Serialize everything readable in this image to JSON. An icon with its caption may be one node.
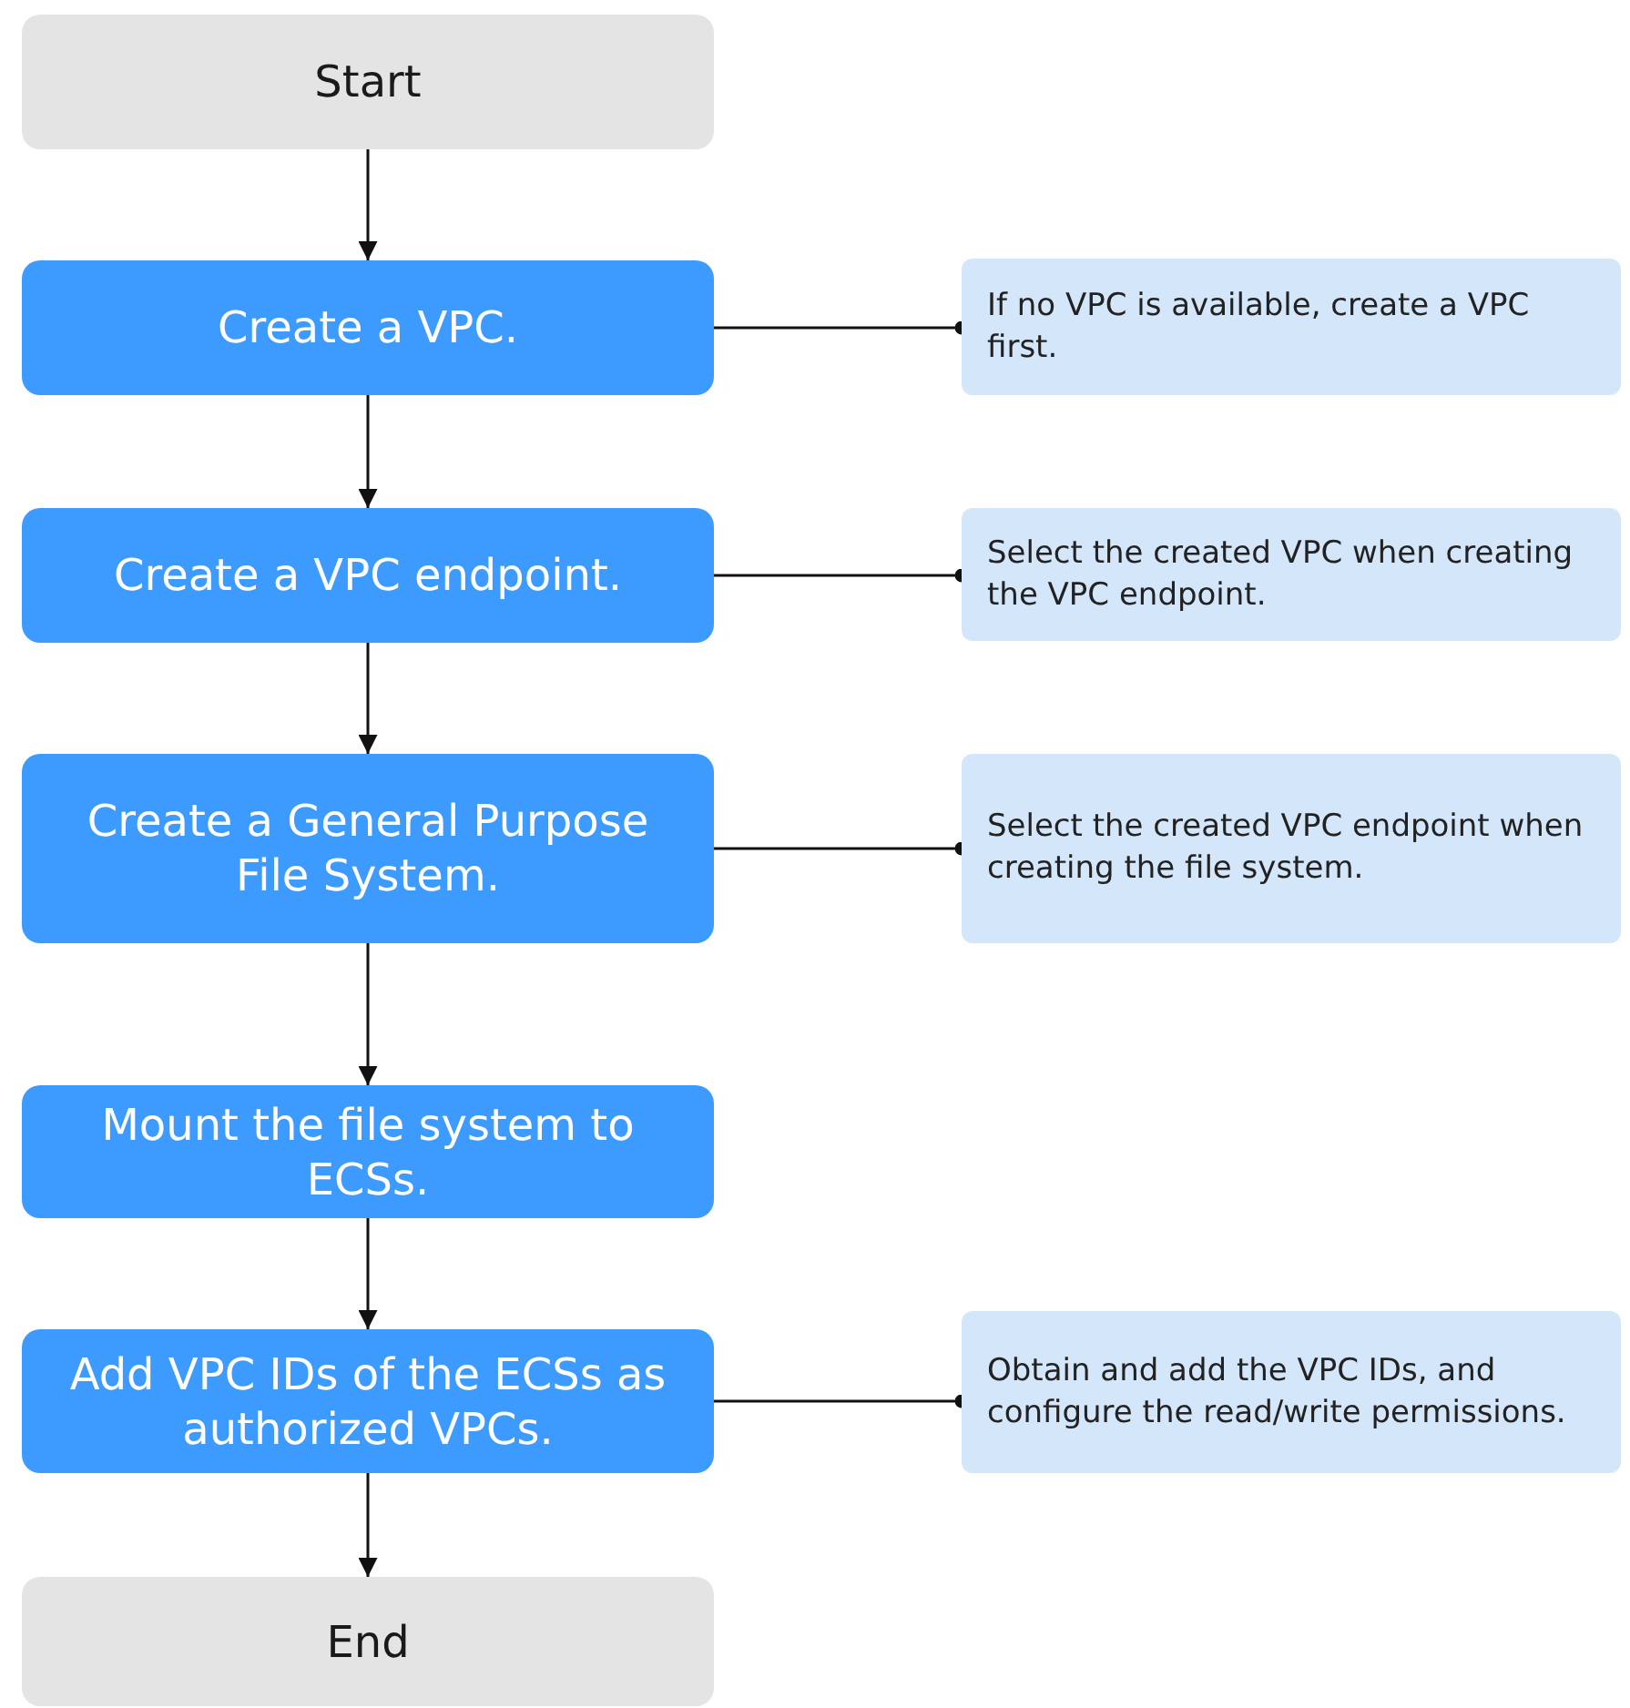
{
  "diagram": {
    "nodes": [
      {
        "text": [
          "Start"
        ]
      },
      {
        "text": [
          "Create a VPC."
        ]
      },
      {
        "text": [
          "If no VPC is available, create a VPC first."
        ]
      },
      {
        "text": [
          "Create a VPC endpoint."
        ]
      },
      {
        "text": [
          "Select the created VPC when creating the VPC endpoint."
        ]
      },
      {
        "text": [
          "Create a General Purpose File System."
        ]
      },
      {
        "text": [
          "Select the created VPC endpoint when creating the file system."
        ]
      },
      {
        "text": [
          "Mount the file system to ECSs."
        ]
      },
      {
        "text": [
          "Add VPC IDs of the ECSs as authorized VPCs."
        ]
      },
      {
        "text": [
          "Obtain and add the VPC IDs, and configure the read/write permissions."
        ]
      },
      {
        "text": [
          "End"
        ]
      }
    ],
    "edges": [
      {
        "from": 0,
        "to": 1,
        "arrow": "to"
      },
      {
        "from": 1,
        "to": 2,
        "arrow": "other"
      },
      {
        "from": 1,
        "to": 3,
        "arrow": "to"
      },
      {
        "from": 3,
        "to": 4,
        "arrow": "other"
      },
      {
        "from": 3,
        "to": 5,
        "arrow": "to"
      },
      {
        "from": 5,
        "to": 6,
        "arrow": "other"
      },
      {
        "from": 5,
        "to": 7,
        "arrow": "to"
      },
      {
        "from": 7,
        "to": 8,
        "arrow": "to"
      },
      {
        "from": 8,
        "to": 9,
        "arrow": "other"
      },
      {
        "from": 8,
        "to": 10,
        "arrow": "to"
      }
    ]
  }
}
